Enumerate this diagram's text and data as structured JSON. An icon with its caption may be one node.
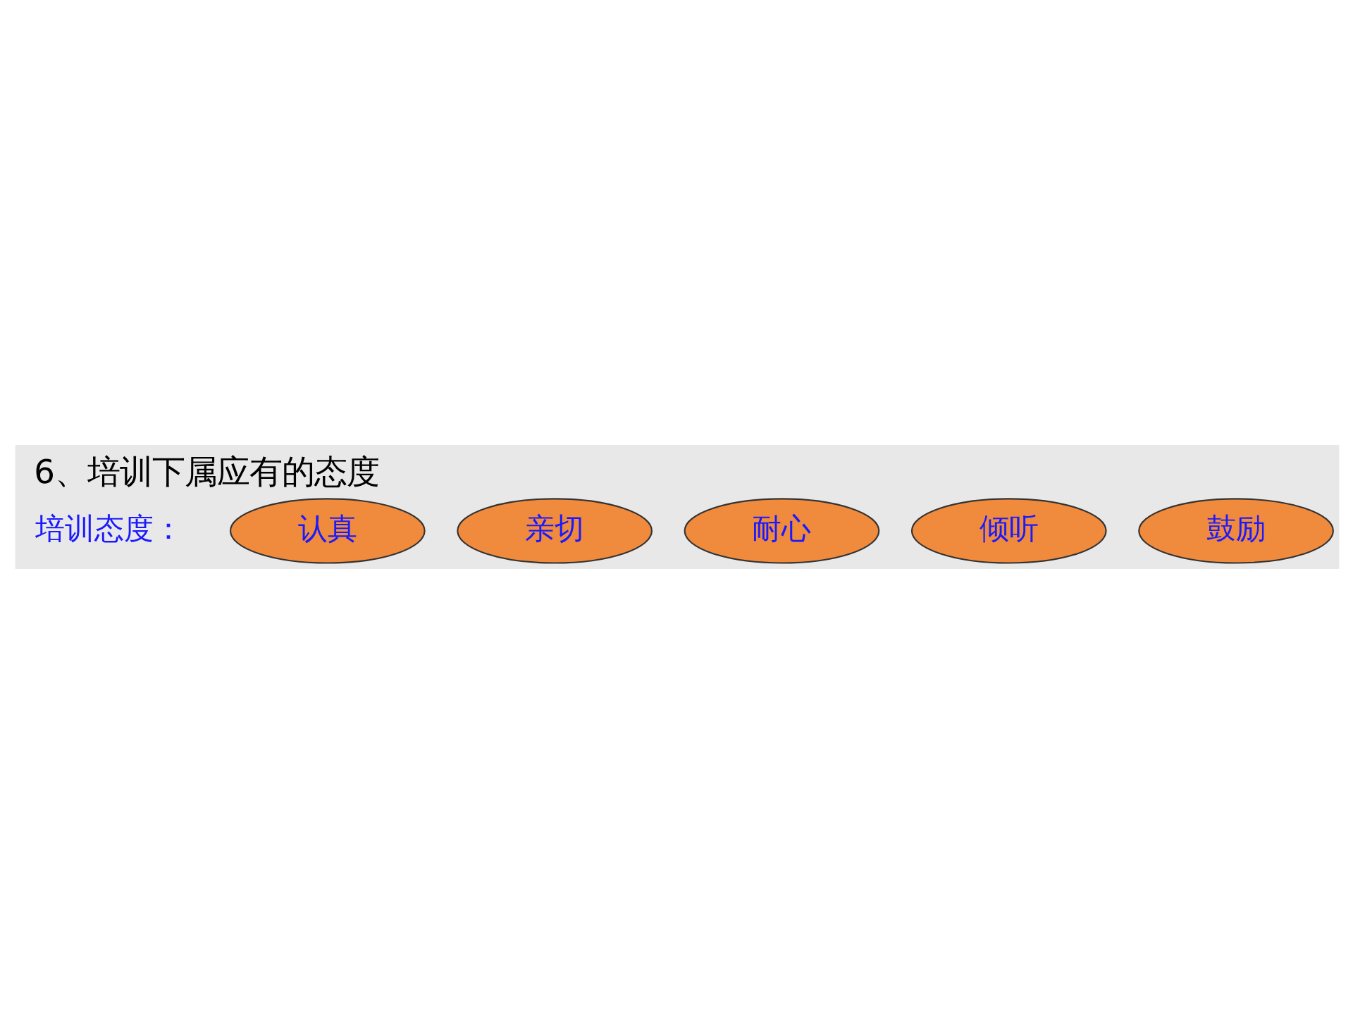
{
  "diagram": {
    "title": "6、培训下属应有的态度",
    "nodes": [
      {
        "text": [
          "认真"
        ]
      },
      {
        "text": [
          "亲切"
        ]
      },
      {
        "text": [
          "耐心"
        ]
      },
      {
        "text": [
          "倾听"
        ]
      },
      {
        "text": [
          "鼓励"
        ]
      }
    ],
    "labels": [
      "培训态度："
    ]
  }
}
